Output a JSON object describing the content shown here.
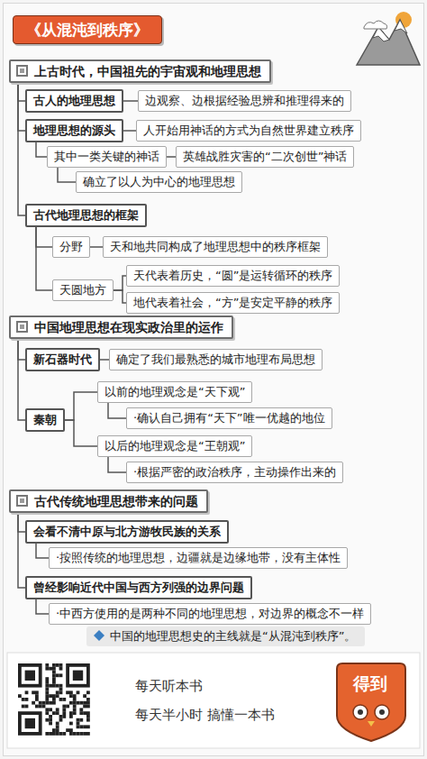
{
  "diagram": {
    "title": "《从混沌到秩序》",
    "nodes": [
      {
        "text": [
          "上古时代，中国祖先的宇宙观和地理思想"
        ]
      },
      {
        "text": [
          "古人的地理思想"
        ]
      },
      {
        "text": [
          "边观察、边根据经验思辨和推理得来的"
        ]
      },
      {
        "text": [
          "地理思想的源头"
        ]
      },
      {
        "text": [
          "人开始用神话的方式为自然世界建立秩序"
        ]
      },
      {
        "text": [
          "其中一类关键的神话"
        ]
      },
      {
        "text": [
          "英雄战胜灾害的“二次创世”神话"
        ]
      },
      {
        "text": [
          "确立了以人为中心的地理思想"
        ]
      },
      {
        "text": [
          "古代地理思想的框架"
        ]
      },
      {
        "text": [
          "分野"
        ]
      },
      {
        "text": [
          "天和地共同构成了地理思想中的秩序框架"
        ]
      },
      {
        "text": [
          "天圆地方"
        ]
      },
      {
        "text": [
          "天代表着历史，“圆”是运转循环的秩序"
        ]
      },
      {
        "text": [
          "地代表着社会，“方”是安定平静的秩序"
        ]
      },
      {
        "text": [
          "中国地理思想在现实政治里的运作"
        ]
      },
      {
        "text": [
          "新石器时代"
        ]
      },
      {
        "text": [
          "确定了我们最熟悉的城市地理布局思想"
        ]
      },
      {
        "text": [
          "秦朝"
        ]
      },
      {
        "text": [
          "以前的地理观念是“天下观”"
        ]
      },
      {
        "text": [
          "·确认自己拥有“天下”唯一优越的地位"
        ]
      },
      {
        "text": [
          "以后的地理观念是“王朝观”"
        ]
      },
      {
        "text": [
          "·根据严密的政治秩序，主动操作出来的"
        ]
      },
      {
        "text": [
          "古代传统地理思想带来的问题"
        ]
      },
      {
        "text": [
          "会看不清中原与北方游牧民族的关系"
        ]
      },
      {
        "text": [
          "·按照传统的地理思想，边疆就是边缘地带，没有主体性"
        ]
      },
      {
        "text": [
          "曾经影响近代中国与西方列强的边界问题"
        ]
      },
      {
        "text": [
          "·中西方使用的是两种不同的地理思想，对边界的概念不一样"
        ]
      },
      {
        "text": [
          "中国的地理思想史的主线就是“从混沌到秩序”。"
        ]
      }
    ],
    "edges": [
      {
        "from": 0,
        "to": 1,
        "arrow": "none"
      },
      {
        "from": 1,
        "to": 2,
        "arrow": "none"
      },
      {
        "from": 0,
        "to": 3,
        "arrow": "none"
      },
      {
        "from": 3,
        "to": 4,
        "arrow": "none"
      },
      {
        "from": 3,
        "to": 5,
        "arrow": "none"
      },
      {
        "from": 5,
        "to": 6,
        "arrow": "none"
      },
      {
        "from": 5,
        "to": 7,
        "arrow": "none"
      },
      {
        "from": 0,
        "to": 8,
        "arrow": "none"
      },
      {
        "from": 8,
        "to": 9,
        "arrow": "none"
      },
      {
        "from": 9,
        "to": 10,
        "arrow": "none"
      },
      {
        "from": 8,
        "to": 11,
        "arrow": "none"
      },
      {
        "from": 11,
        "to": 12,
        "arrow": "none"
      },
      {
        "from": 11,
        "to": 13,
        "arrow": "none"
      },
      {
        "from": 14,
        "to": 15,
        "arrow": "none"
      },
      {
        "from": 15,
        "to": 16,
        "arrow": "none"
      },
      {
        "from": 14,
        "to": 17,
        "arrow": "none"
      },
      {
        "from": 17,
        "to": 18,
        "arrow": "none"
      },
      {
        "from": 17,
        "to": 20,
        "arrow": "none"
      },
      {
        "from": 18,
        "to": 19,
        "arrow": "none"
      },
      {
        "from": 20,
        "to": 21,
        "arrow": "none"
      },
      {
        "from": 22,
        "to": 23,
        "arrow": "none"
      },
      {
        "from": 23,
        "to": 24,
        "arrow": "none"
      },
      {
        "from": 22,
        "to": 25,
        "arrow": "none"
      },
      {
        "from": 25,
        "to": 26,
        "arrow": "none"
      }
    ],
    "labels": [
      "每天听本书",
      "每天半小时 搞懂一本书",
      "得到"
    ]
  }
}
